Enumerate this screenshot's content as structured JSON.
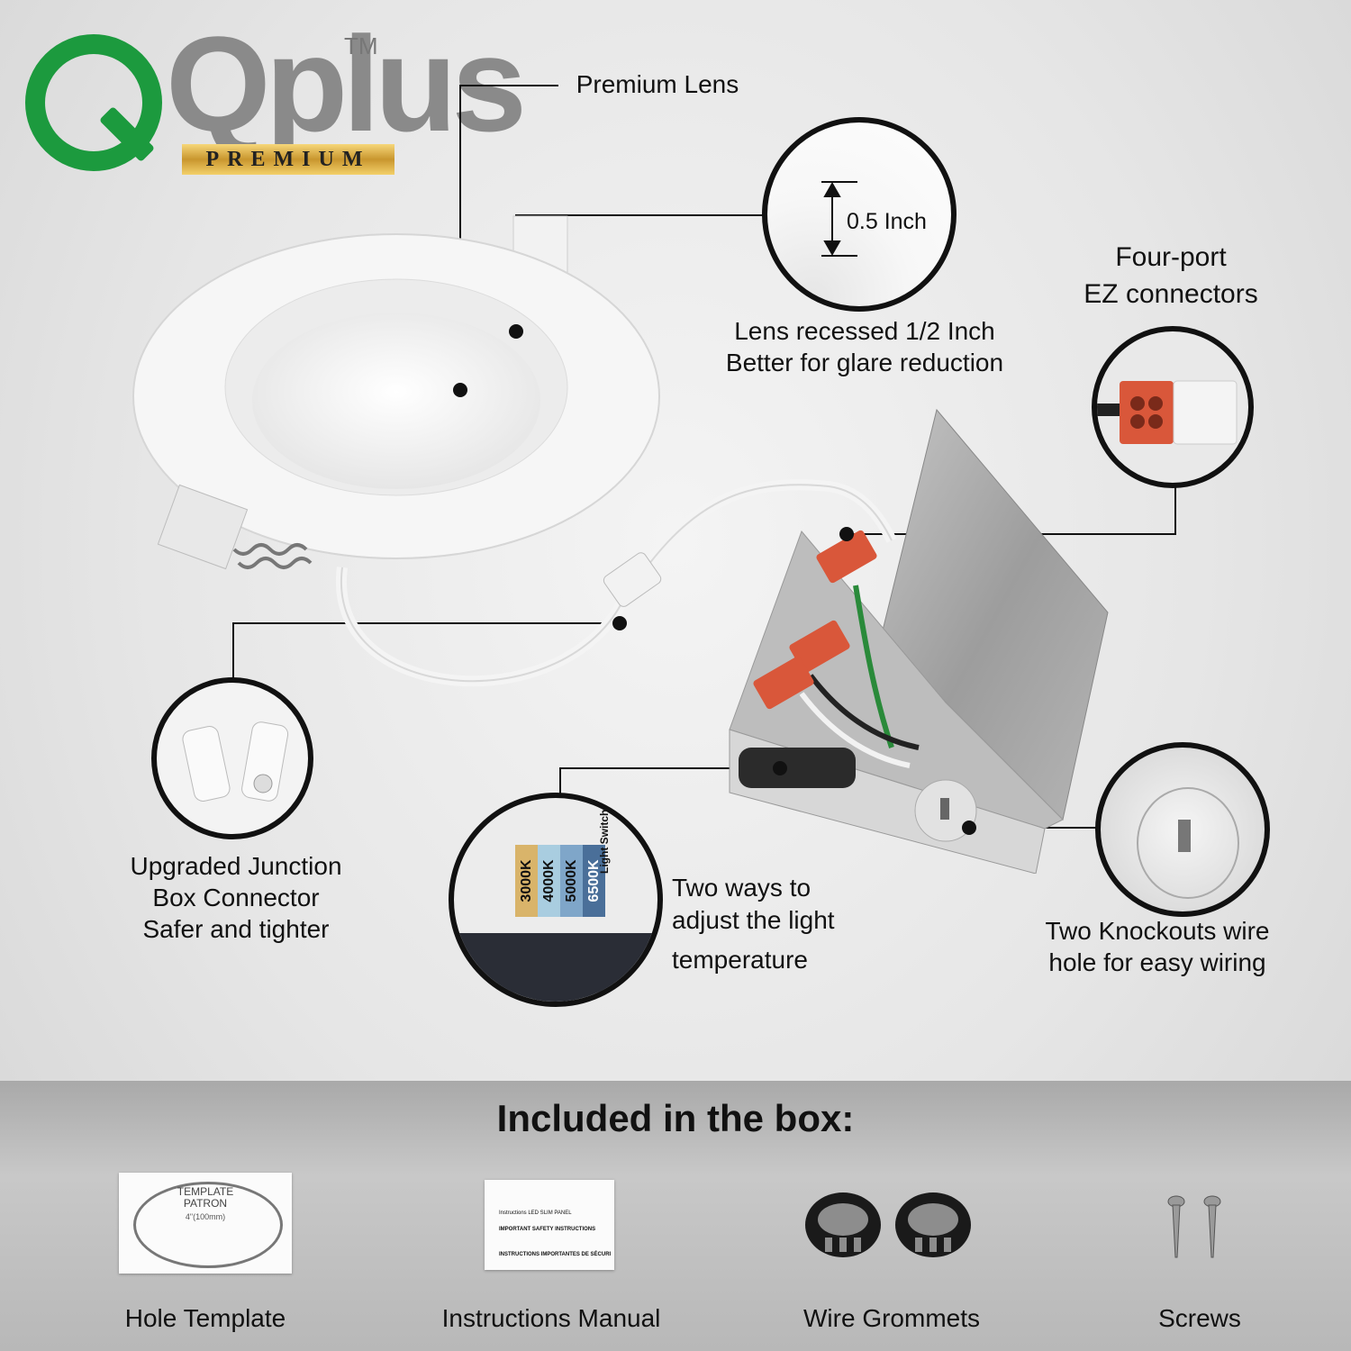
{
  "logo": {
    "text": "Qplus",
    "tm": "TM",
    "badge": "PREMIUM"
  },
  "callouts": {
    "premium_lens": "Premium Lens",
    "dimension": "0.5 Inch",
    "lens_recessed_1": "Lens recessed 1/2 Inch",
    "lens_recessed_2": "Better for glare reduction",
    "ez_1": "Four-port",
    "ez_2": "EZ connectors",
    "junction_1": "Upgraded Junction",
    "junction_2": "Box Connector",
    "junction_3": "Safer and tighter",
    "adjust_1": "Two ways to",
    "adjust_2": "adjust the light",
    "adjust_3": "temperature",
    "knockout_1": "Two Knockouts wire",
    "knockout_2": "hole for easy wiring"
  },
  "switch_labels": [
    "3000K",
    "4000K",
    "5000K",
    "6500K"
  ],
  "switch_caption": "Light Switch",
  "switch_colors": [
    "#d9b46a",
    "#a9cde0",
    "#7fa6c9",
    "#4a6f99"
  ],
  "box": {
    "title": "Included in the box:",
    "items": [
      {
        "label": "Hole Template",
        "card_1": "TEMPLATE",
        "card_2": "PATRON",
        "card_3": "4\"(100mm)"
      },
      {
        "label": "Instructions Manual",
        "card_1": "Instructions LED SLIM PANEL",
        "card_2": "IMPORTANT SAFETY INSTRUCTIONS",
        "card_3": "INSTRUCTIONS IMPORTANTES DE SÉCURI"
      },
      {
        "label": "Wire Grommets"
      },
      {
        "label": "Screws"
      }
    ]
  },
  "colors": {
    "brand_green": "#1c9a3e",
    "connector_orange": "#d9573a",
    "gold": "#c9962e"
  }
}
